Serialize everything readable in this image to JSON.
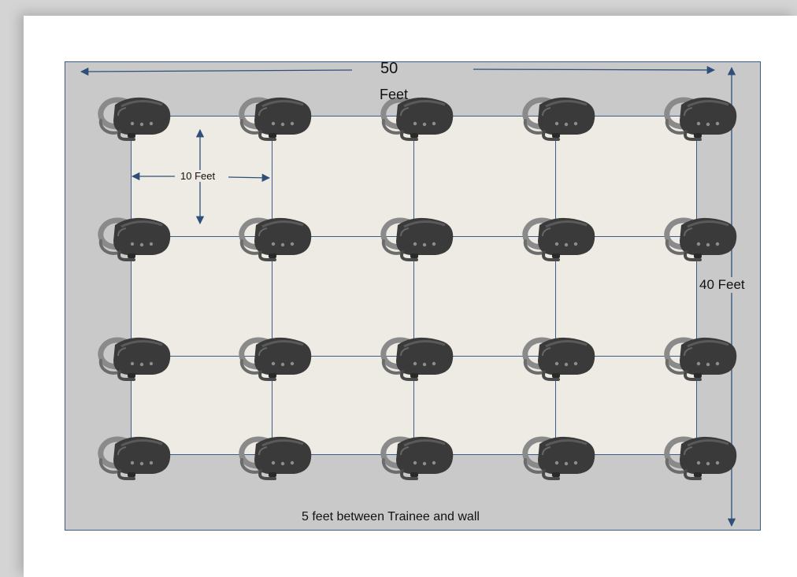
{
  "labels": {
    "width_number": "50",
    "width_unit": "Feet",
    "height": "40 Feet",
    "spacing": "10 Feet",
    "wall_gap": "5 feet between Trainee and wall"
  },
  "grid": {
    "columns": 5,
    "rows": 4
  },
  "colors": {
    "room": "#c9c9c9",
    "play_area": "#edebe4",
    "lines": "#3b5c88",
    "headset_body": "#3a3a3a",
    "headset_strap": "#8a8a8a"
  },
  "icons": {
    "station": "vr-headset-icon"
  }
}
